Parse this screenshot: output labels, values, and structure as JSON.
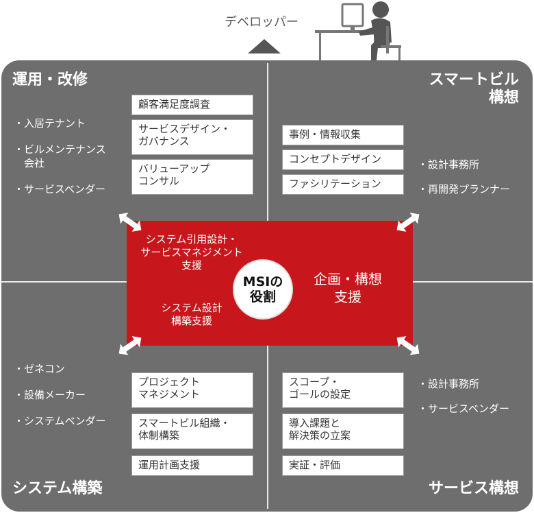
{
  "developer": {
    "label": "デベロッパー"
  },
  "center": {
    "label": "MSIの\n役割"
  },
  "red": {
    "top_left": "システム引用設計・\nサービスマネジメント\n支援",
    "bottom_left": "システム設計\n構築支援",
    "right": "企画・構想\n支援"
  },
  "quadrants": {
    "top_left": {
      "title": "運用・改修",
      "actors": [
        "・入居テナント",
        "・ビルメンテナンス\n　会社",
        "・サービスベンダー"
      ],
      "services": [
        "顧客満足度調査",
        "サービスデザイン・\nガバナンス",
        "バリューアップ\nコンサル"
      ]
    },
    "top_right": {
      "title": "スマートビル\n構想",
      "actors": [
        "・設計事務所",
        "・再開発プランナー"
      ],
      "services": [
        "事例・情報収集",
        "コンセプトデザイン",
        "ファシリテーション"
      ]
    },
    "bottom_left": {
      "title": "システム構築",
      "actors": [
        "・ゼネコン",
        "・設備メーカー",
        "・システムベンダー"
      ],
      "services": [
        "プロジェクト\nマネジメント",
        "スマートビル組織・\n体制構築",
        "運用計画支援"
      ]
    },
    "bottom_right": {
      "title": "サービス構想",
      "actors": [
        "・設計事務所",
        "・サービスベンダー"
      ],
      "services": [
        "スコープ・\nゴールの設定",
        "導入課題と\n解決策の立案",
        "実証・評価"
      ]
    }
  },
  "icons": [
    "person-at-desk-icon",
    "up-triangle-icon",
    "double-arrow-icon"
  ]
}
